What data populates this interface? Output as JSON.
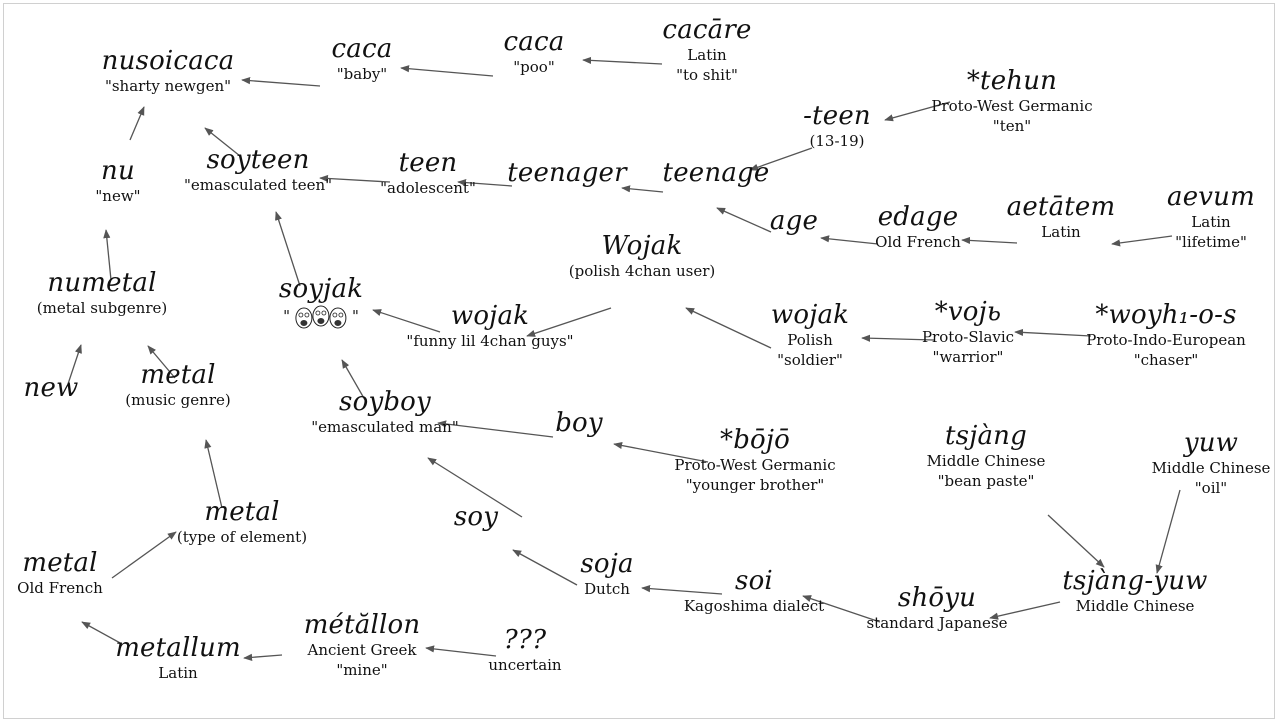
{
  "nodes": [
    {
      "id": "nusoicaca",
      "word": "nusoicaca",
      "lines": [
        "\"sharty newgen\""
      ]
    },
    {
      "id": "caca_baby",
      "word": "caca",
      "lines": [
        "\"baby\""
      ]
    },
    {
      "id": "caca_poo",
      "word": "caca",
      "lines": [
        "\"poo\""
      ]
    },
    {
      "id": "cacare",
      "word": "cacāre",
      "lines": [
        "Latin",
        "\"to shit\""
      ]
    },
    {
      "id": "tehun",
      "word": "*tehun",
      "lines": [
        "Proto-West Germanic",
        "\"ten\""
      ]
    },
    {
      "id": "teen_suffix",
      "word": "-teen",
      "lines": [
        "(13-19)"
      ]
    },
    {
      "id": "nu",
      "word": "nu",
      "lines": [
        "\"new\""
      ]
    },
    {
      "id": "soyteen",
      "word": "soyteen",
      "lines": [
        "\"emasculated teen\""
      ]
    },
    {
      "id": "teen",
      "word": "teen",
      "lines": [
        "\"adolescent\""
      ]
    },
    {
      "id": "teenager",
      "word": "teenager",
      "lines": []
    },
    {
      "id": "teenage",
      "word": "teenage",
      "lines": []
    },
    {
      "id": "age",
      "word": "age",
      "lines": []
    },
    {
      "id": "edage",
      "word": "edage",
      "lines": [
        "Old French"
      ]
    },
    {
      "id": "aetatem",
      "word": "aetātem",
      "lines": [
        "Latin"
      ]
    },
    {
      "id": "aevum",
      "word": "aevum",
      "lines": [
        "Latin",
        "\"lifetime\""
      ]
    },
    {
      "id": "wojak_user",
      "word": "Wojak",
      "lines": [
        "(polish 4chan user)"
      ]
    },
    {
      "id": "numetal",
      "word": "numetal",
      "lines": [
        "(metal subgenre)"
      ]
    },
    {
      "id": "soyjak",
      "word": "soyjak",
      "lines": []
    },
    {
      "id": "wojak_guys",
      "word": "wojak",
      "lines": [
        "\"funny lil 4chan guys\""
      ]
    },
    {
      "id": "wojak_polish",
      "word": "wojak",
      "lines": [
        "Polish",
        "\"soldier\""
      ]
    },
    {
      "id": "voj",
      "word": "*vojь",
      "lines": [
        "Proto-Slavic",
        "\"warrior\""
      ]
    },
    {
      "id": "woyh",
      "word": "*woyh₁-o-s",
      "lines": [
        "Proto-Indo-European",
        "\"chaser\""
      ]
    },
    {
      "id": "new",
      "word": "new",
      "lines": []
    },
    {
      "id": "metal_music",
      "word": "metal",
      "lines": [
        "(music genre)"
      ]
    },
    {
      "id": "soyboy",
      "word": "soyboy",
      "lines": [
        "\"emasculated man\""
      ]
    },
    {
      "id": "boy",
      "word": "boy",
      "lines": []
    },
    {
      "id": "bojo",
      "word": "*bōjō",
      "lines": [
        "Proto-West Germanic",
        "\"younger brother\""
      ]
    },
    {
      "id": "tsjang",
      "word": "tsjàng",
      "lines": [
        "Middle Chinese",
        "\"bean paste\""
      ]
    },
    {
      "id": "yuw",
      "word": "yuw",
      "lines": [
        "Middle Chinese",
        "\"oil\""
      ]
    },
    {
      "id": "metal_element",
      "word": "metal",
      "lines": [
        "(type of element)"
      ]
    },
    {
      "id": "soy",
      "word": "soy",
      "lines": []
    },
    {
      "id": "metal_of",
      "word": "metal",
      "lines": [
        "Old French"
      ]
    },
    {
      "id": "soja",
      "word": "soja",
      "lines": [
        "Dutch"
      ]
    },
    {
      "id": "soi",
      "word": "soi",
      "lines": [
        "Kagoshima dialect"
      ]
    },
    {
      "id": "shoyu",
      "word": "shōyu",
      "lines": [
        "standard Japanese"
      ]
    },
    {
      "id": "tsjangyuw",
      "word": "tsjàng-yuw",
      "lines": [
        "Middle Chinese"
      ]
    },
    {
      "id": "metallon",
      "word": "métăllon",
      "lines": [
        "Ancient Greek",
        "\"mine\""
      ]
    },
    {
      "id": "unknown",
      "word": "???",
      "lines": [
        "uncertain"
      ]
    },
    {
      "id": "metallum",
      "word": "metallum",
      "lines": [
        "Latin"
      ]
    }
  ],
  "soyjak_quote": {
    "open": "\"",
    "close": "\""
  },
  "colors": {
    "arrow": "#555555",
    "text": "#111111",
    "frame": "#d0d0d0"
  }
}
